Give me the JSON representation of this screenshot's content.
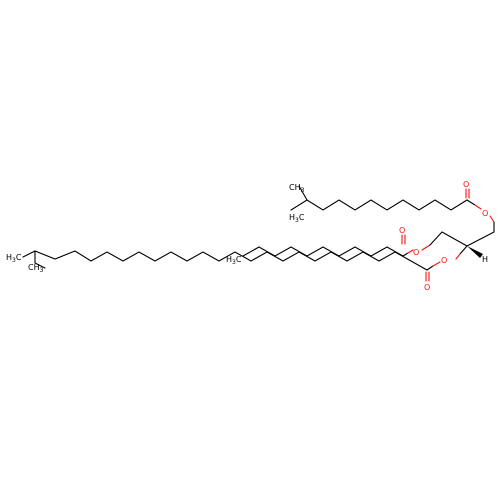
{
  "atoms": {
    "O": "O",
    "H": "H",
    "CH3": "CH",
    "sub3": "3",
    "H3C": "H",
    "sub3b": "3",
    "C": "C"
  },
  "colors": {
    "oxygen": "#ff0d0d",
    "carbon": "#000000",
    "background": "#ffffff"
  }
}
